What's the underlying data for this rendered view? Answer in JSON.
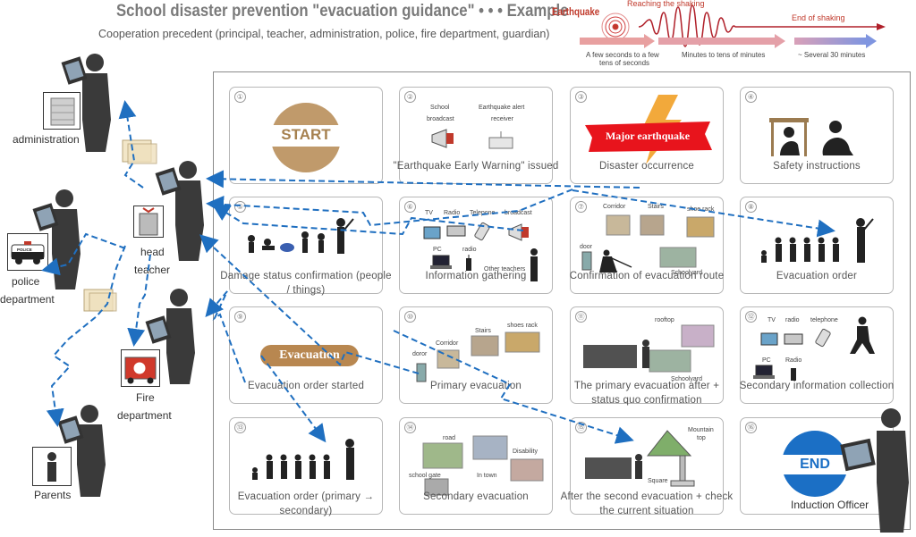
{
  "header": {
    "title": "School disaster prevention \"evacuation guidance\" • • • Example",
    "subtitle": "Cooperation precedent (principal, teacher, administration, police, fire department, guardian)"
  },
  "timeline": {
    "earthquake": "Earthquake",
    "reaching": "Reaching the shaking",
    "end": "End of shaking",
    "phase1_line1": "A few seconds to a few",
    "phase1_line2": "tens of seconds",
    "phase2": "Minutes to tens of minutes",
    "phase3": "~ Several 30 minutes"
  },
  "side": {
    "administration": "administration",
    "head_teacher_line1": "head",
    "head_teacher_line2": "teacher",
    "police_line1": "police",
    "police_line2": "department",
    "fire_line1": "Fire",
    "fire_line2": "department",
    "parents": "Parents",
    "induction_officer": "Induction Officer",
    "police_sign": "POLICE"
  },
  "cards": [
    {
      "num": "①",
      "caption": "",
      "badge": "START"
    },
    {
      "num": "②",
      "caption": "\"Earthquake Early Warning\" issued",
      "labels": [
        "School",
        "broadcast",
        "Earthquake alert",
        "receiver"
      ]
    },
    {
      "num": "③",
      "caption": "Disaster occurrence",
      "banner": "Major earthquake"
    },
    {
      "num": "④",
      "caption": "Safety instructions"
    },
    {
      "num": "⑤",
      "caption": "Damage status confirmation (people / things)"
    },
    {
      "num": "⑥",
      "caption": "Information gathering",
      "labels": [
        "TV",
        "Radio",
        "Telepone",
        "broadcast",
        "PC",
        "radio",
        "Other teachers"
      ]
    },
    {
      "num": "⑦",
      "caption": "Confirmation of evacuation route",
      "labels": [
        "Corridor",
        "Stairs",
        "shoe rack",
        "door",
        "Schoolyard"
      ]
    },
    {
      "num": "⑧",
      "caption": "Evacuation order"
    },
    {
      "num": "⑨",
      "caption": "Evacuation order started",
      "badge": "Evacuation"
    },
    {
      "num": "⑩",
      "caption": "Primary evacuation",
      "labels": [
        "Stairs",
        "shoes rack",
        "Corridor",
        "doror"
      ]
    },
    {
      "num": "⑪",
      "caption": "The primary evacuation after + status quo confirmation",
      "labels": [
        "rooftop",
        "Schoolyard"
      ]
    },
    {
      "num": "⑫",
      "caption": "Secondary information collection",
      "labels": [
        "TV",
        "radio",
        "telephone",
        "PC",
        "Radio"
      ]
    },
    {
      "num": "⑬",
      "caption": "Evacuation order (primary → secondary)"
    },
    {
      "num": "⑭",
      "caption": "Secondary evacuation",
      "labels": [
        "road",
        "Disability",
        "school gate",
        "In town"
      ]
    },
    {
      "num": "⑮",
      "caption": "After the second evacuation + check the current situation",
      "labels": [
        "Mountain",
        "top",
        "Square"
      ]
    },
    {
      "num": "⑯",
      "caption": "",
      "badge": "END"
    }
  ],
  "colors": {
    "arrow": "#1f6fc0",
    "timeline_red": "#c0392b",
    "timeline_blue": "#7f8fe0",
    "start_badge": "#c09a6b",
    "evac_badge": "#b88750",
    "end_badge": "#1b6fc5"
  }
}
